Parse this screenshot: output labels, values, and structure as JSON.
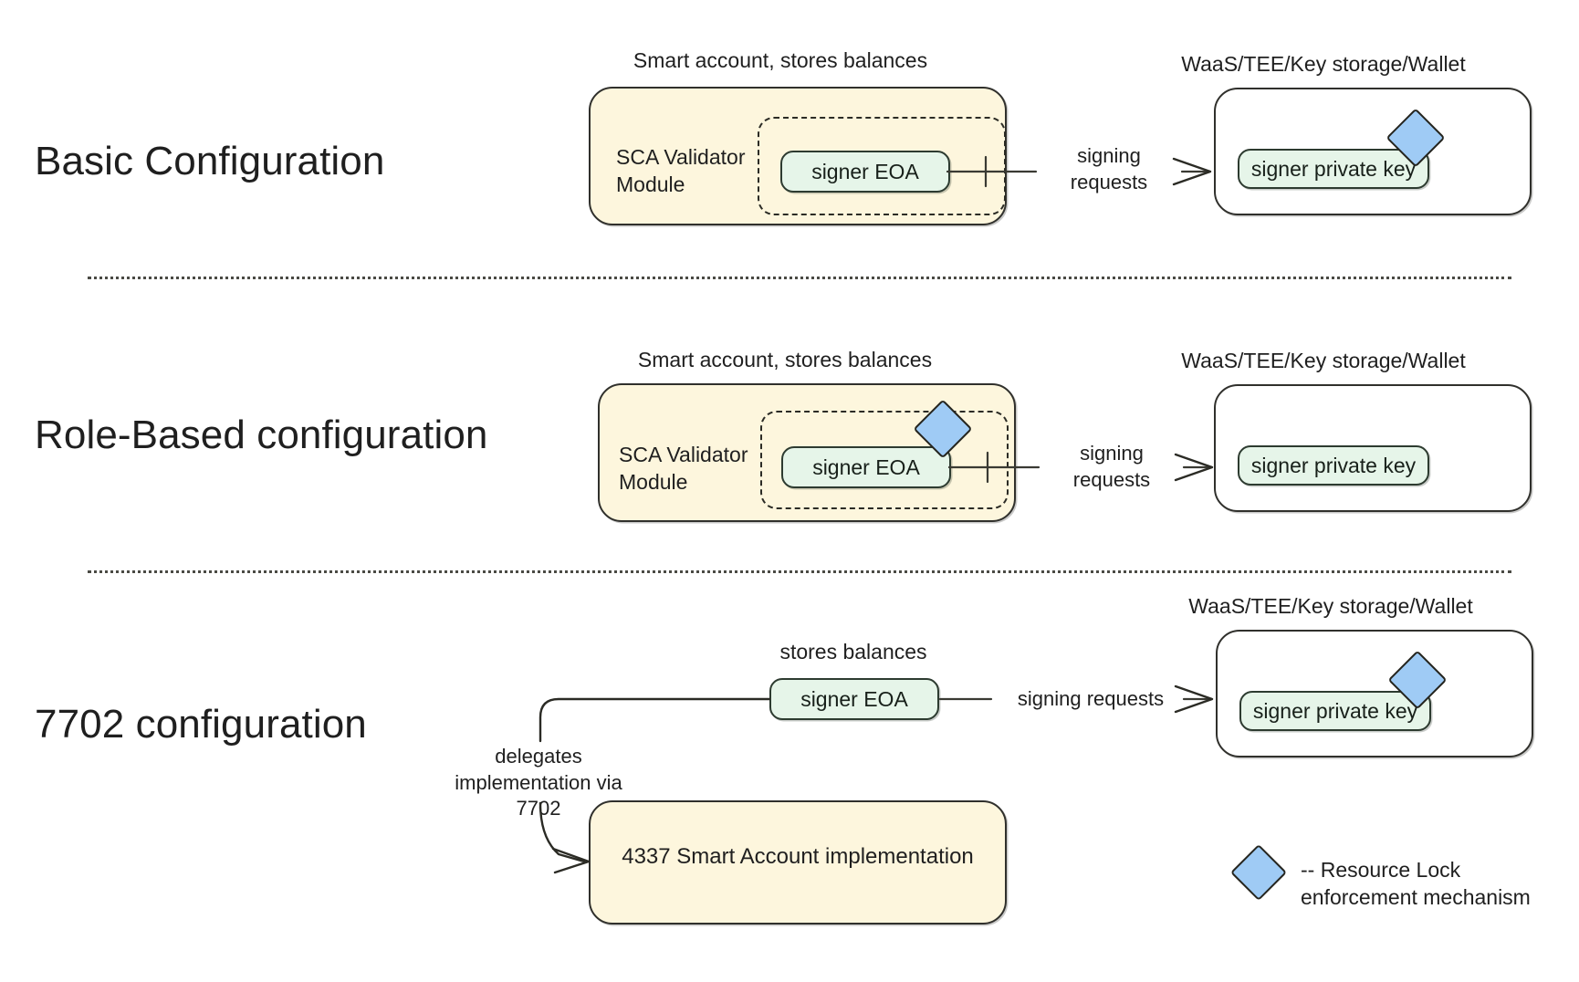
{
  "page": {
    "background": "#ffffff",
    "accent_cream": "#fdf6dd",
    "accent_mint": "#e6f5e9",
    "accent_blue": "#9fcbf5",
    "stroke": "#2b2b25"
  },
  "rows": [
    {
      "title": "Basic Configuration",
      "smart_account_caption": "Smart account, stores balances",
      "module_label": "SCA Validator\nModule",
      "signer_eoa": "signer EOA",
      "edge_label": "signing\nrequests",
      "wallet_caption": "WaaS/TEE/Key storage/Wallet",
      "private_key": "signer private key",
      "diamond_on": "private-key"
    },
    {
      "title": "Role-Based configuration",
      "smart_account_caption": "Smart account, stores balances",
      "module_label": "SCA Validator\nModule",
      "signer_eoa": "signer EOA",
      "edge_label": "signing\nrequests",
      "wallet_caption": "WaaS/TEE/Key storage/Wallet",
      "private_key": "signer private key",
      "diamond_on": "signer-eoa"
    },
    {
      "title": "7702 configuration",
      "stores_balances_caption": "stores balances",
      "signer_eoa": "signer EOA",
      "edge_label": "signing requests",
      "wallet_caption": "WaaS/TEE/Key storage/Wallet",
      "private_key": "signer private key",
      "delegation_label": "delegates\nimplementation via\n7702",
      "implementation_box": "4337 Smart Account implementation",
      "diamond_on": "private-key"
    }
  ],
  "legend": {
    "symbol": "diamond",
    "text": "-- Resource Lock\nenforcement mechanism"
  }
}
